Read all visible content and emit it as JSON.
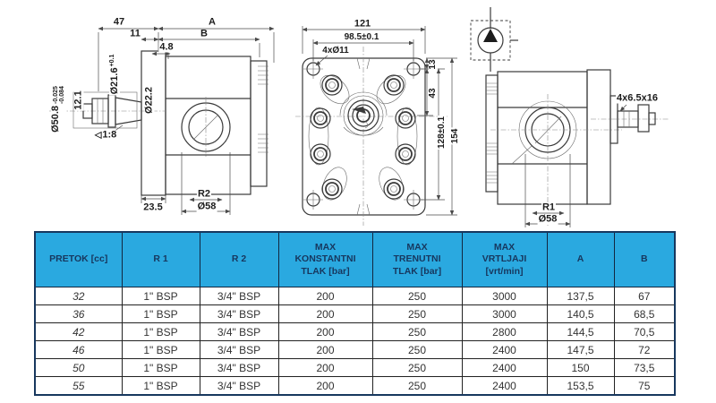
{
  "colors": {
    "header_bg": "#2aa9e0",
    "header_text": "#17375e",
    "outer_border": "#17375e",
    "grid_line": "#222222",
    "drawing_line": "#3a3a3a",
    "dim_line": "#4a4a4a",
    "text": "#333333"
  },
  "drawing": {
    "left_view": {
      "dims": {
        "width_47": "47",
        "len_A": "A",
        "d_11": "11",
        "len_B": "B",
        "d_4_8": "4.8",
        "shaft_dia": "Ø21.6",
        "shaft_dia_tol": "+0.1",
        "pilot_dia": "Ø22.2",
        "flange_dia": "Ø50.8",
        "flange_tol_hi": "-0.025",
        "flange_tol_lo": "-0.084",
        "key_12_1": "12.1",
        "taper_symbol": "◁",
        "taper": "1:8",
        "d_23_5": "23.5",
        "rad_R2": "R2",
        "port_dia": "Ø58"
      }
    },
    "middle_view": {
      "dims": {
        "width_121": "121",
        "bolt_span": "98.5±0.1",
        "holes": "4xØ11",
        "d_13": "13",
        "d_43": "43",
        "hole_span": "128±0.1",
        "height_154": "154"
      }
    },
    "right_view": {
      "dims": {
        "stud": "4x6.5x16",
        "rad_R1": "R1",
        "port_dia": "Ø58"
      }
    }
  },
  "table": {
    "headers": [
      "PRETOK  [cc]",
      "R 1",
      "R 2",
      "MAX\nKONSTANTNI\nTLAK [bar]",
      "MAX\nTRENUTNI\nTLAK [bar]",
      "MAX\nVRTLJAJI\n[vrt/min]",
      "A",
      "B"
    ],
    "rows": [
      [
        "32",
        "1\" BSP",
        "3/4\" BSP",
        "200",
        "250",
        "3000",
        "137,5",
        "67"
      ],
      [
        "36",
        "1\" BSP",
        "3/4\" BSP",
        "200",
        "250",
        "3000",
        "140,5",
        "68,5"
      ],
      [
        "42",
        "1\" BSP",
        "3/4\" BSP",
        "200",
        "250",
        "2800",
        "144,5",
        "70,5"
      ],
      [
        "46",
        "1\" BSP",
        "3/4\" BSP",
        "200",
        "250",
        "2400",
        "147,5",
        "72"
      ],
      [
        "50",
        "1\" BSP",
        "3/4\" BSP",
        "200",
        "250",
        "2400",
        "150",
        "73,5"
      ],
      [
        "55",
        "1\" BSP",
        "3/4\" BSP",
        "200",
        "250",
        "2400",
        "153,5",
        "75"
      ]
    ]
  }
}
